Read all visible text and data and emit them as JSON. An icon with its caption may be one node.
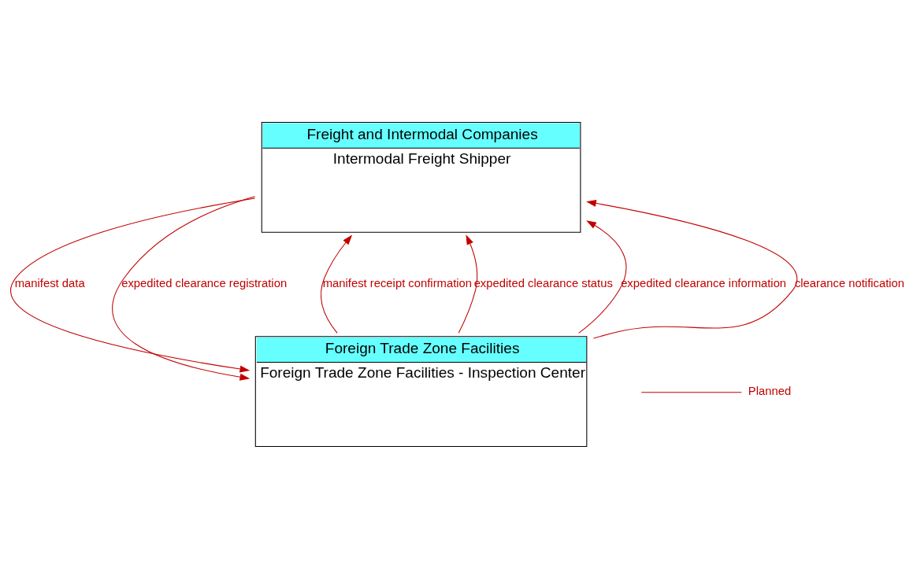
{
  "diagram": {
    "nodes": [
      {
        "text": [
          "Freight and Intermodal Companies",
          "Intermodal Freight Shipper"
        ]
      },
      {
        "text": [
          "Foreign Trade Zone Facilities",
          "Foreign Trade Zone Facilities - Inspection Center"
        ]
      }
    ],
    "edges": [
      {
        "from": 0,
        "to": 1,
        "arrow": "to",
        "label": "manifest data"
      },
      {
        "from": 0,
        "to": 1,
        "arrow": "to",
        "label": "expedited clearance registration"
      },
      {
        "from": 1,
        "to": 0,
        "arrow": "to",
        "label": "manifest receipt confirmation"
      },
      {
        "from": 1,
        "to": 0,
        "arrow": "to",
        "label": "expedited clearance status"
      },
      {
        "from": 1,
        "to": 0,
        "arrow": "to",
        "label": "expedited clearance information"
      },
      {
        "from": 1,
        "to": 0,
        "arrow": "to",
        "label": "clearance notification"
      }
    ],
    "legend": [
      {
        "text": "Planned"
      }
    ]
  }
}
